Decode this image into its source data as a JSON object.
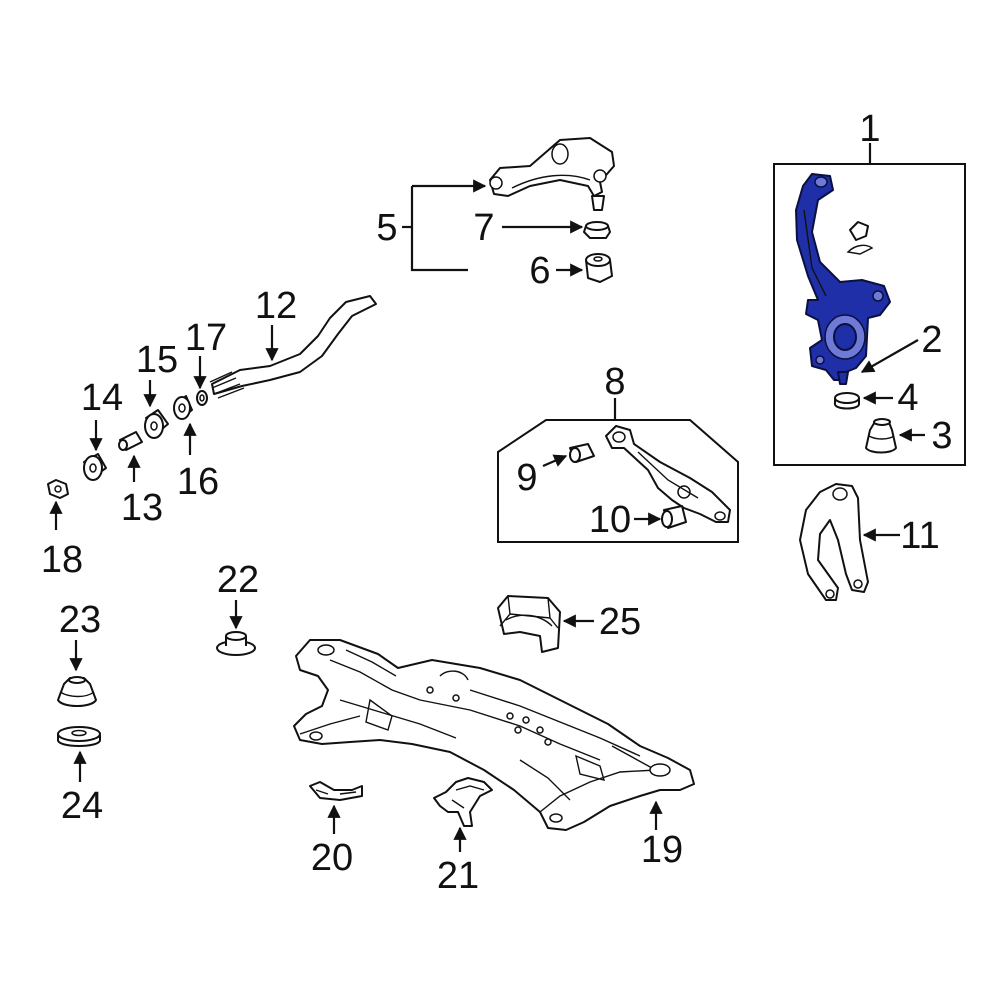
{
  "callouts": {
    "n1": "1",
    "n2": "2",
    "n3": "3",
    "n4": "4",
    "n5": "5",
    "n6": "6",
    "n7": "7",
    "n8": "8",
    "n9": "9",
    "n10": "10",
    "n11": "11",
    "n12": "12",
    "n13": "13",
    "n14": "14",
    "n15": "15",
    "n16": "16",
    "n17": "17",
    "n18": "18",
    "n19": "19",
    "n20": "20",
    "n21": "21",
    "n22": "22",
    "n23": "23",
    "n24": "24",
    "n25": "25"
  },
  "colors": {
    "highlight": "#1f2fa8",
    "line": "#111111",
    "background": "#ffffff"
  }
}
